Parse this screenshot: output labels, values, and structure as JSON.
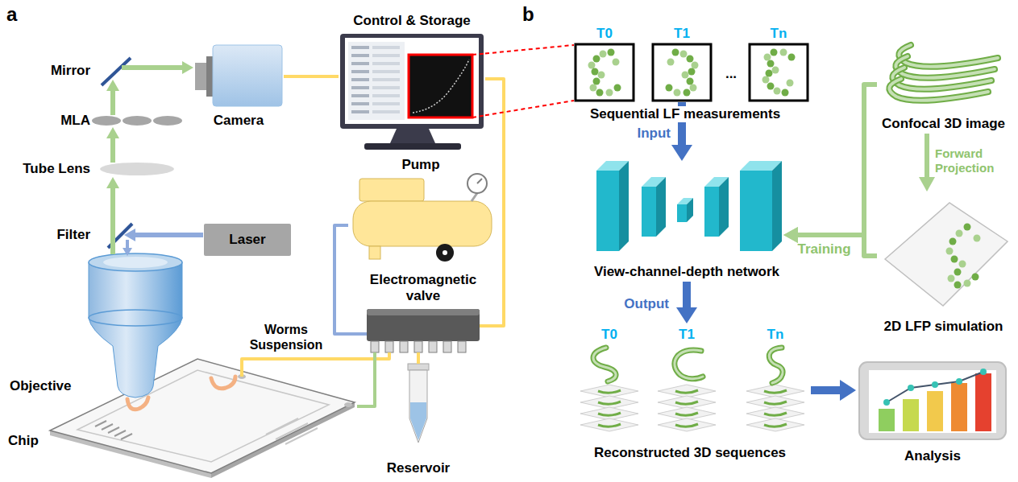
{
  "diagram": {
    "nodes": [
      {
        "text": [
          "Camera"
        ]
      },
      {
        "text": [
          "Control & Storage"
        ]
      },
      {
        "text": [
          "Pump"
        ]
      },
      {
        "text": [
          "Laser"
        ]
      },
      {
        "text": [
          "Electromagnetic valve"
        ]
      },
      {
        "text": [
          "Chip"
        ]
      },
      {
        "text": [
          "Reservoir"
        ]
      },
      {
        "text": [
          "T0"
        ]
      },
      {
        "text": [
          "T1"
        ]
      },
      {
        "text": [
          "Tn"
        ]
      },
      {
        "text": [
          "Confocal 3D image"
        ]
      },
      {
        "text": [
          "View-channel-depth network"
        ]
      },
      {
        "text": [
          "2D LFP simulation"
        ]
      },
      {
        "text": [
          "T0"
        ]
      },
      {
        "text": [
          "T1"
        ]
      },
      {
        "text": [
          "Tn"
        ]
      },
      {
        "text": [
          "Analysis"
        ]
      }
    ],
    "edges": [
      {
        "from": 0,
        "to": 1,
        "arrow": "none"
      },
      {
        "from": 1,
        "to": 4,
        "arrow": "none"
      },
      {
        "from": 2,
        "to": 4,
        "arrow": "none"
      },
      {
        "from": 5,
        "to": 4,
        "label": "Worms Suspension",
        "arrow": "none"
      },
      {
        "from": 4,
        "to": 6,
        "arrow": "none"
      },
      {
        "from": 4,
        "to": 5,
        "arrow": "none"
      },
      {
        "from": 1,
        "to": 7,
        "arrow": "none"
      },
      {
        "from": 8,
        "to": 11,
        "label": "Input",
        "arrow": "to"
      },
      {
        "from": 11,
        "to": 14,
        "label": "Output",
        "arrow": "to"
      },
      {
        "from": 10,
        "to": 12,
        "label": "Forward Projection",
        "arrow": "to"
      },
      {
        "from": 10,
        "to": 11,
        "label": "Training",
        "arrow": "to"
      },
      {
        "from": 12,
        "to": 11,
        "arrow": "to"
      },
      {
        "from": 15,
        "to": 16,
        "arrow": "to"
      }
    ],
    "labels": [
      "a",
      "Mirror",
      "MLA",
      "Tube Lens",
      "Filter",
      "Objective",
      "b",
      "...",
      "Sequential LF measurements",
      "Reconstructed 3D sequences"
    ]
  }
}
